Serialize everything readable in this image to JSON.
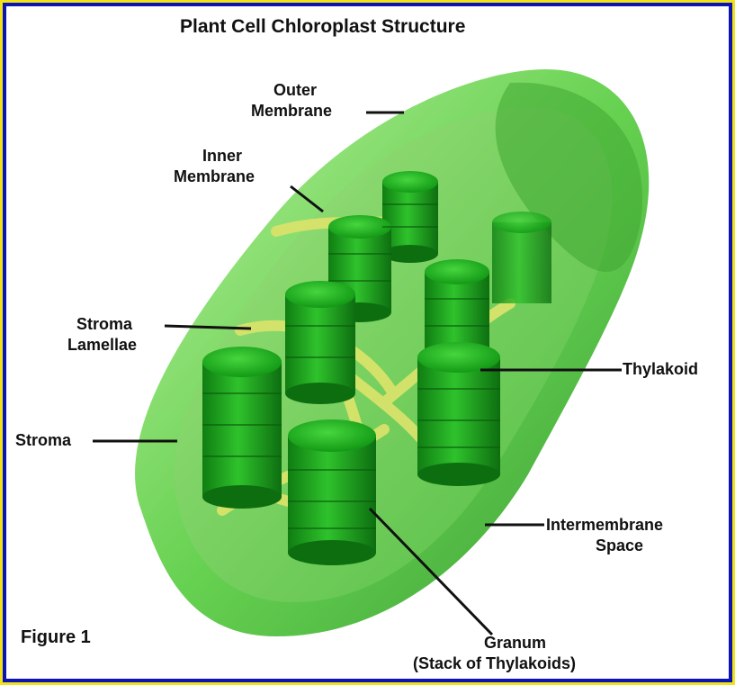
{
  "title": "Plant Cell Chloroplast Structure",
  "labels": {
    "outer_membrane_1": "Outer",
    "outer_membrane_2": "Membrane",
    "inner_membrane_1": "Inner",
    "inner_membrane_2": "Membrane",
    "stroma_lamellae_1": "Stroma",
    "stroma_lamellae_2": "Lamellae",
    "stroma": "Stroma",
    "thylakoid": "Thylakoid",
    "intermembrane_1": "Intermembrane",
    "intermembrane_2": "Space",
    "granum_1": "Granum",
    "granum_2": "(Stack of Thylakoids)"
  },
  "figure_label": "Figure 1",
  "colors": {
    "background_border": "#0d14b4",
    "accent_border": "#f2e21a",
    "membrane_green": "#7fd86a",
    "granum_green": "#1fae1f",
    "lamella_yellow": "#d8e36a"
  }
}
